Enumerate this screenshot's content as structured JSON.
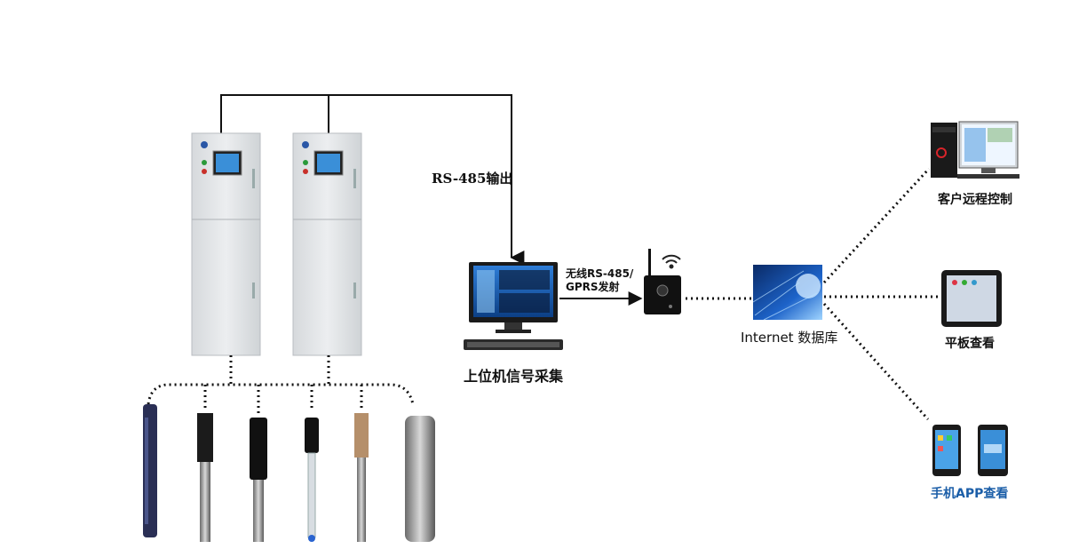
{
  "labels": {
    "rs485_output": "RS-485输出",
    "wireless_line1": "无线RS-485/",
    "wireless_line2": "GPRS发射",
    "pc_collect": "上位机信号采集",
    "internet_db": "Internet 数据库",
    "client_remote": "客户远程控制",
    "tablet_view": "平板查看",
    "phone_app": "手机APP查看"
  },
  "colors": {
    "cabinet": "#e4e6e8",
    "line": "#111111",
    "phone_label": "#1b5ea8"
  },
  "icons": [
    "analyzer-cabinet",
    "sensor-probe",
    "desktop-monitor",
    "gprs-transmitter",
    "wifi-icon",
    "internet-globe",
    "pc-tower",
    "tablet",
    "smartphone"
  ]
}
